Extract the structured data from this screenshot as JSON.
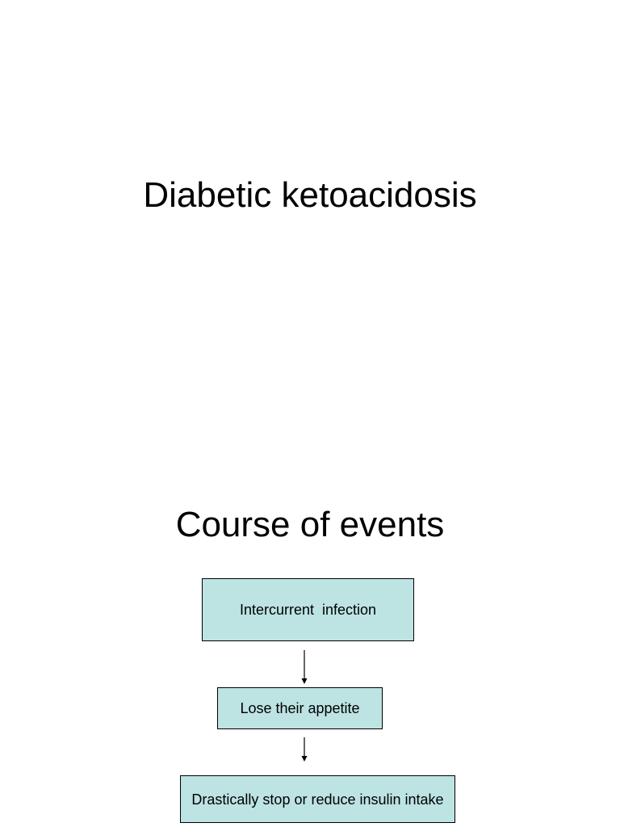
{
  "slides": [
    {
      "title": "Diabetic ketoacidosis"
    },
    {
      "title": "Course of events",
      "flowchart": {
        "steps": [
          "Intercurrent  infection",
          "Lose their appetite",
          "Drastically stop or reduce insulin intake"
        ],
        "box_color": "#bde3e3",
        "connector": "down-arrow-icon"
      }
    }
  ]
}
